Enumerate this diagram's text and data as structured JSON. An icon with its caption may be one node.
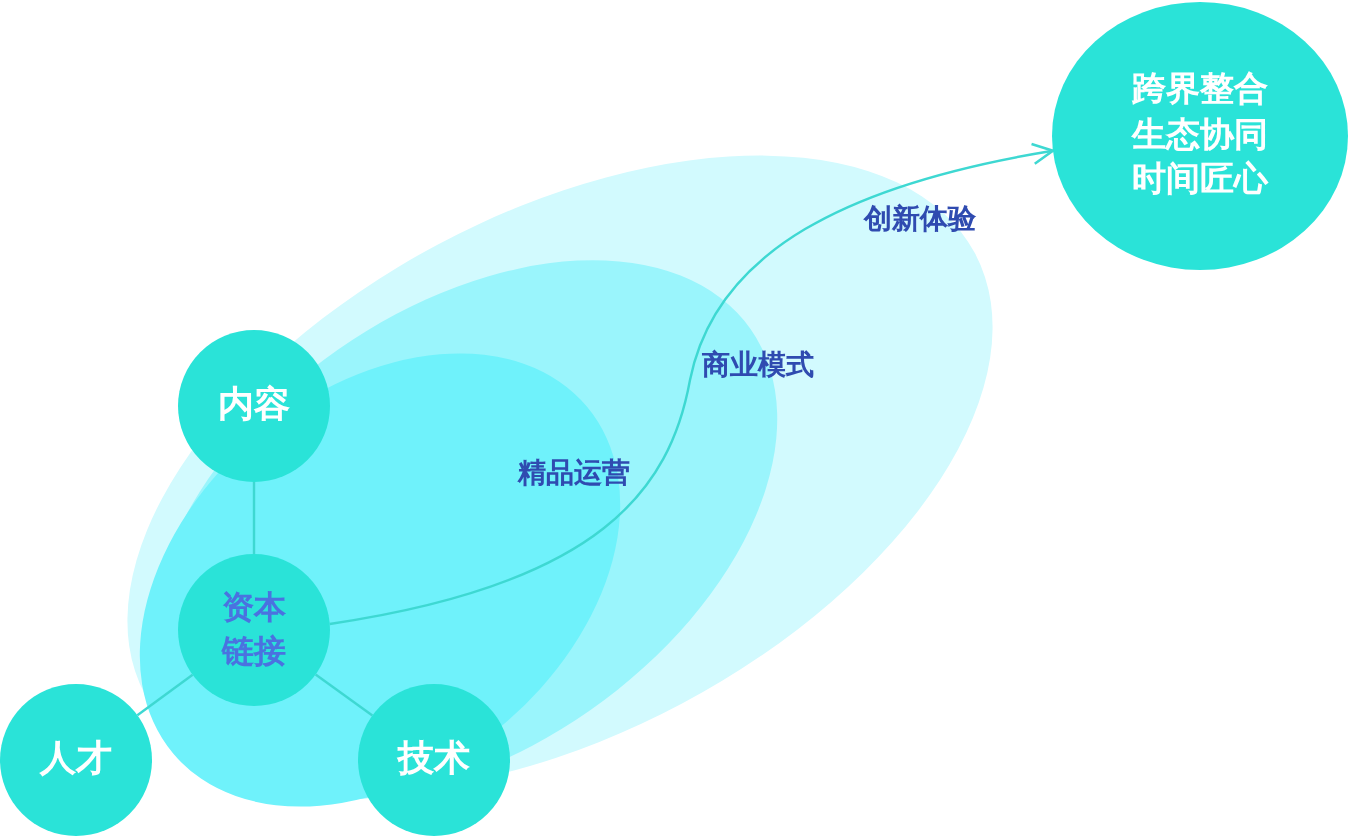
{
  "diagram": {
    "nodes": [
      {
        "text": [
          "内容"
        ]
      },
      {
        "text": [
          "资本链接"
        ]
      },
      {
        "text": [
          "人才"
        ]
      },
      {
        "text": [
          "技术"
        ]
      },
      {
        "text": [
          "跨界整合生态协同时间匠心"
        ]
      }
    ],
    "edges": [
      {
        "from": 1,
        "to": 4,
        "arrow": "to"
      },
      {
        "from": 1,
        "to": 0,
        "arrow": "none"
      },
      {
        "from": 1,
        "to": 2,
        "arrow": "none"
      },
      {
        "from": 1,
        "to": 3,
        "arrow": "none"
      }
    ],
    "labels": [
      "创新体验",
      "商业模式",
      "精品运营"
    ]
  }
}
